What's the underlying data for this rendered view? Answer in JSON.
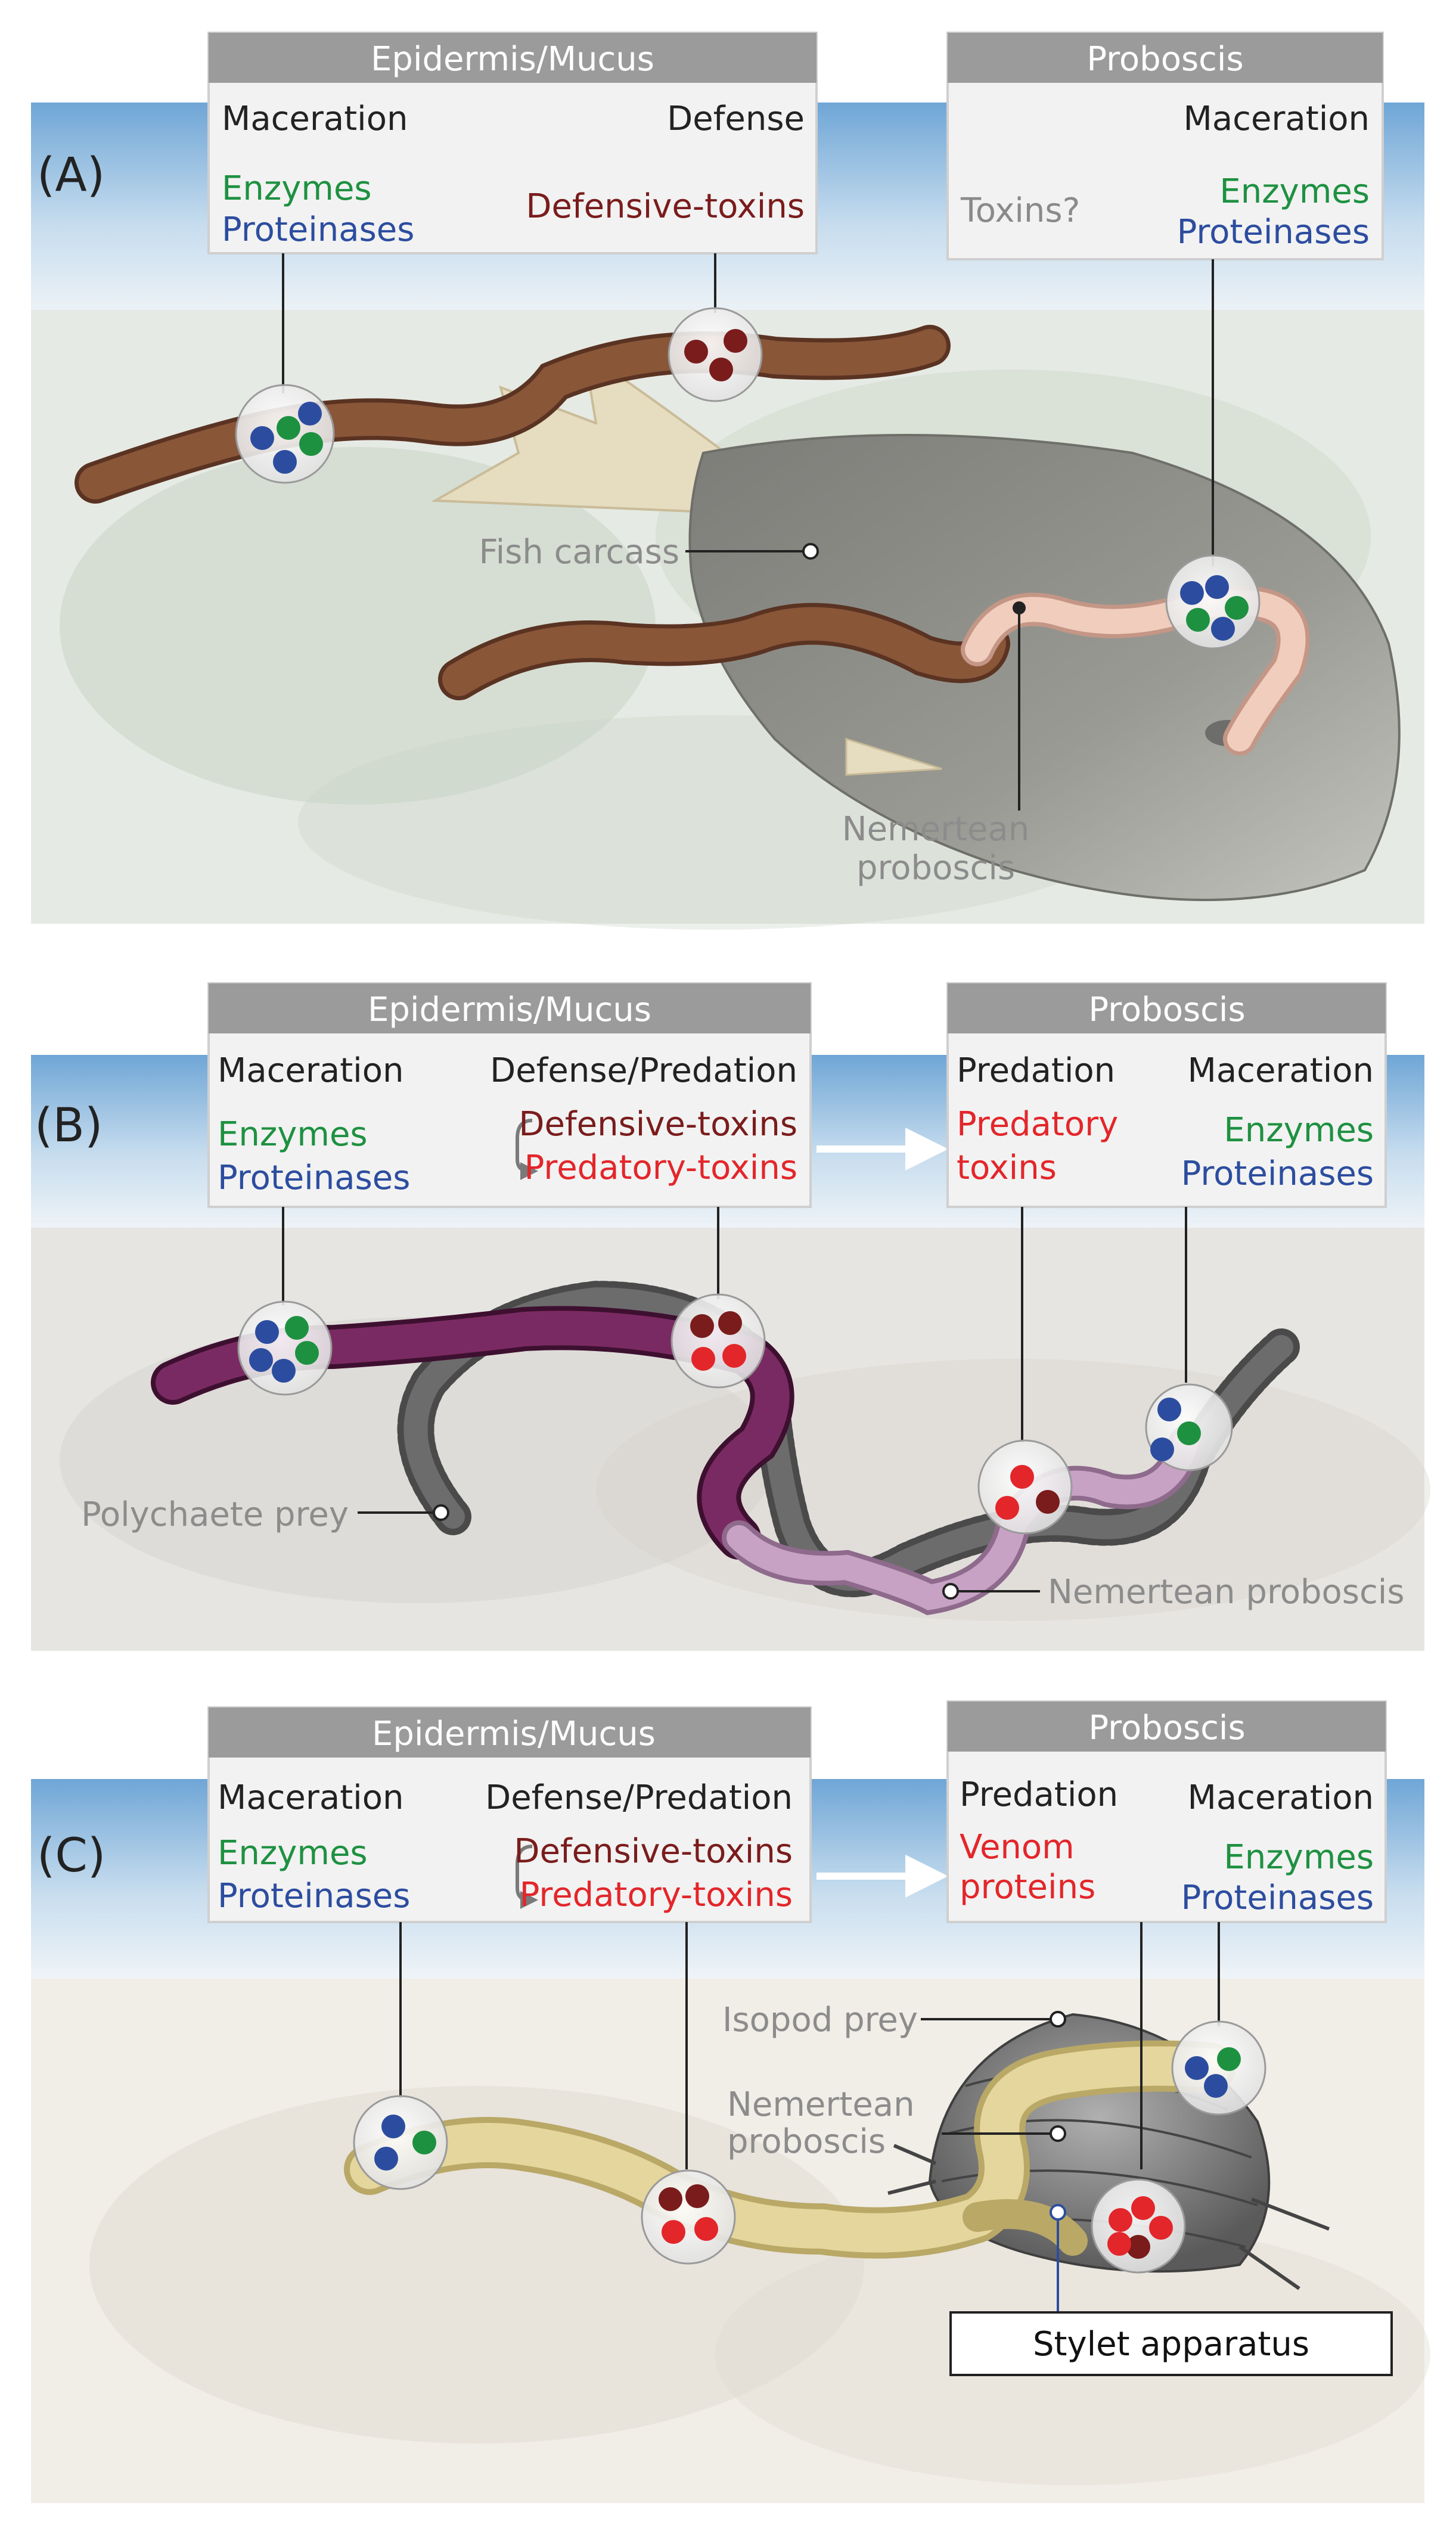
{
  "panels": [
    {
      "label": "(A)",
      "left_box": {
        "title": "Epidermis/Mucus",
        "col1_heading": "Maceration",
        "col1_items": [
          "Enzymes",
          "Proteinases"
        ],
        "col2_heading": "Defense",
        "col2_items": [
          "Defensive-toxins"
        ]
      },
      "right_box": {
        "title": "Proboscis",
        "col1_heading": "",
        "col1_items": [
          "Toxins?"
        ],
        "col2_heading": "Maceration",
        "col2_items": [
          "Enzymes",
          "Proteinases"
        ]
      },
      "labels": [
        "Fish carcass",
        "Nemertean",
        "proboscis"
      ]
    },
    {
      "label": "(B)",
      "left_box": {
        "title": "Epidermis/Mucus",
        "col1_heading": "Maceration",
        "col1_items": [
          "Enzymes",
          "Proteinases"
        ],
        "col2_heading": "Defense/Predation",
        "col2_items": [
          "Defensive-toxins",
          "Predatory-toxins"
        ]
      },
      "right_box": {
        "title": "Proboscis",
        "col1_heading": "Predation",
        "col1_items": [
          "Predatory",
          "toxins"
        ],
        "col2_heading": "Maceration",
        "col2_items": [
          "Enzymes",
          "Proteinases"
        ]
      },
      "labels": [
        "Polychaete prey",
        "Nemertean proboscis"
      ]
    },
    {
      "label": "(C)",
      "left_box": {
        "title": "Epidermis/Mucus",
        "col1_heading": "Maceration",
        "col1_items": [
          "Enzymes",
          "Proteinases"
        ],
        "col2_heading": "Defense/Predation",
        "col2_items": [
          "Defensive-toxins",
          "Predatory-toxins"
        ]
      },
      "right_box": {
        "title": "Proboscis",
        "col1_heading": "Predation",
        "col1_items": [
          "Venom",
          "proteins"
        ],
        "col2_heading": "Maceration",
        "col2_items": [
          "Enzymes",
          "Proteinases"
        ]
      },
      "labels": [
        "Isopod prey",
        "Nemertean",
        "proboscis",
        "Stylet apparatus"
      ]
    }
  ],
  "colors": {
    "enzymes": "#1e9141",
    "proteinases": "#2c4d9f",
    "defensive_toxins": "#7a1c1c",
    "predatory_toxins": "#e3262a",
    "question": "#8a8a8a",
    "label_gray": "#8c8c8c",
    "box_title_bg": "#9b9b9b",
    "worm_brown": "#7b4a32",
    "worm_purple": "#6e1f55",
    "worm_yellow": "#d8c98a",
    "proboscis_pink": "#eec5b4",
    "proboscis_lilac": "#c49ac0"
  }
}
